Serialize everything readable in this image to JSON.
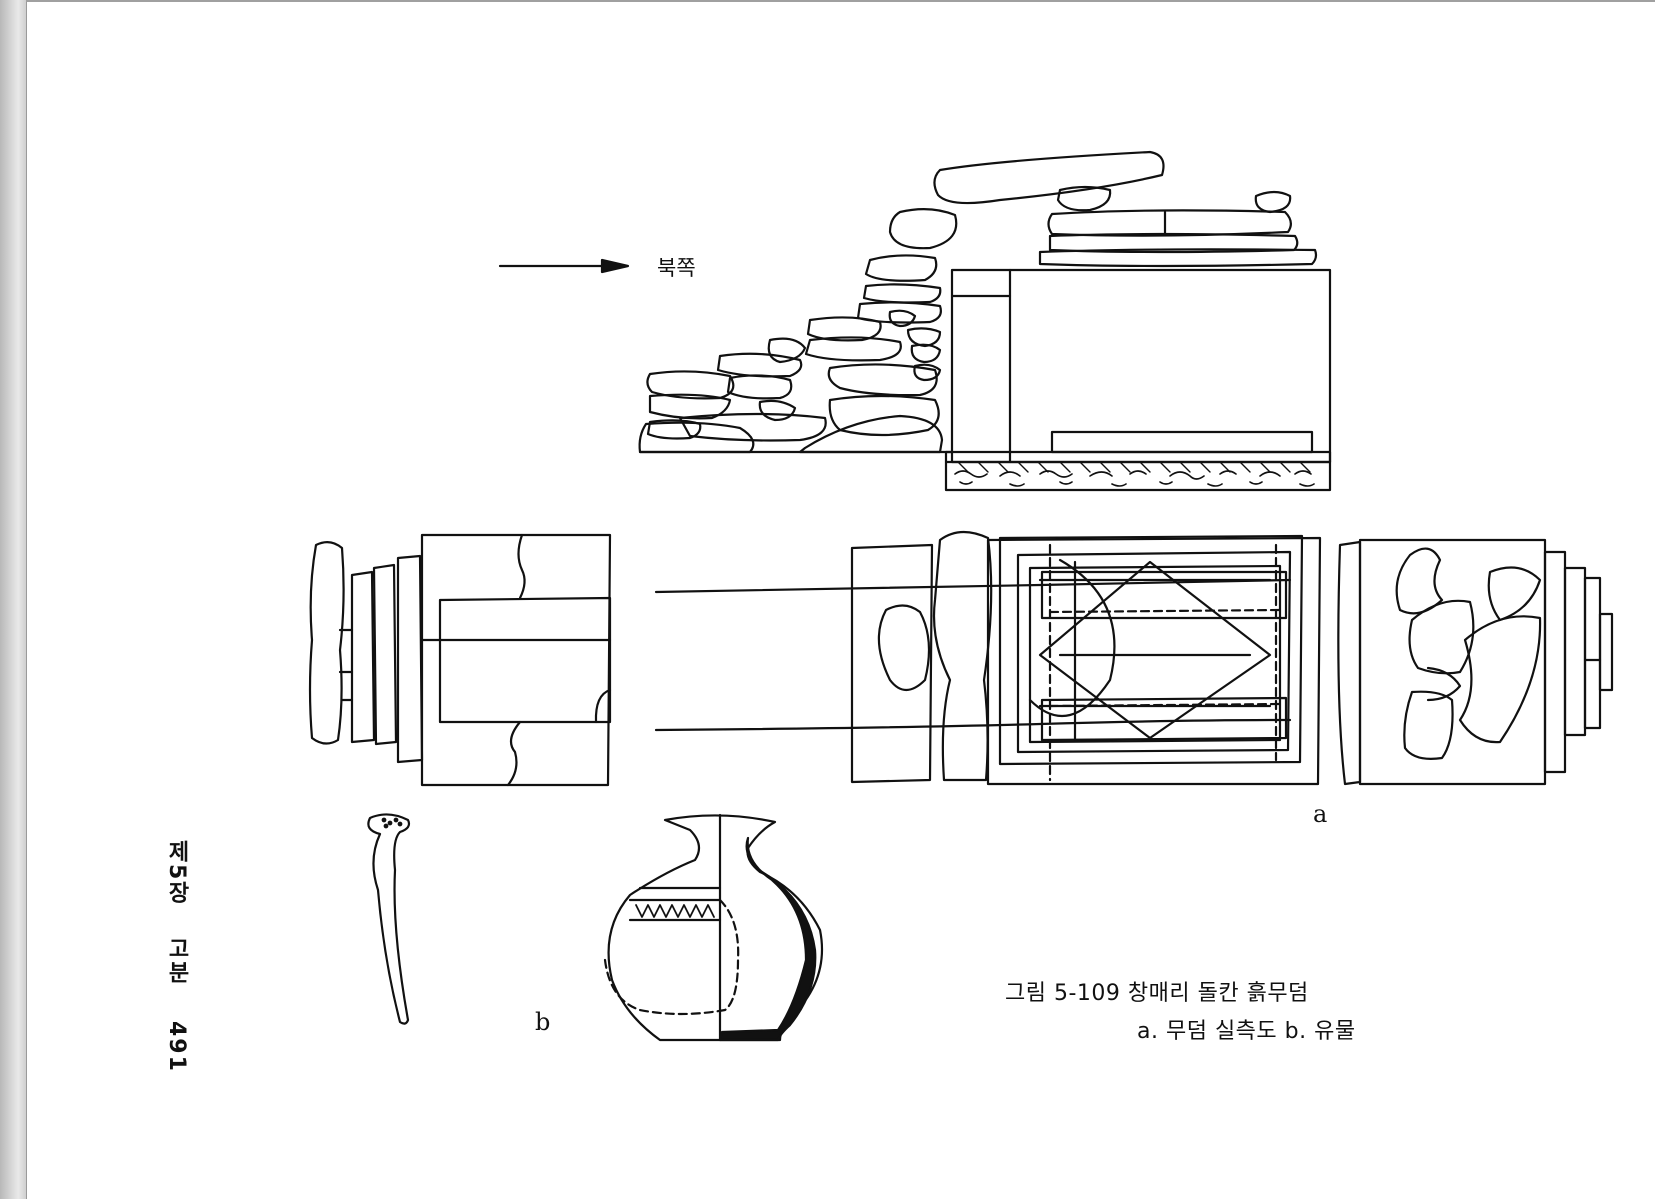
{
  "page": {
    "north_label": "북쪽",
    "label_a": "a",
    "label_b": "b",
    "caption": {
      "title": "그림 5-109  창매리 돌칸 흙무덤",
      "subtitle": "a. 무덤 실측도  b. 유물"
    },
    "running_head": {
      "chapter": "제5장",
      "section": "고분",
      "page_number": "491"
    }
  }
}
